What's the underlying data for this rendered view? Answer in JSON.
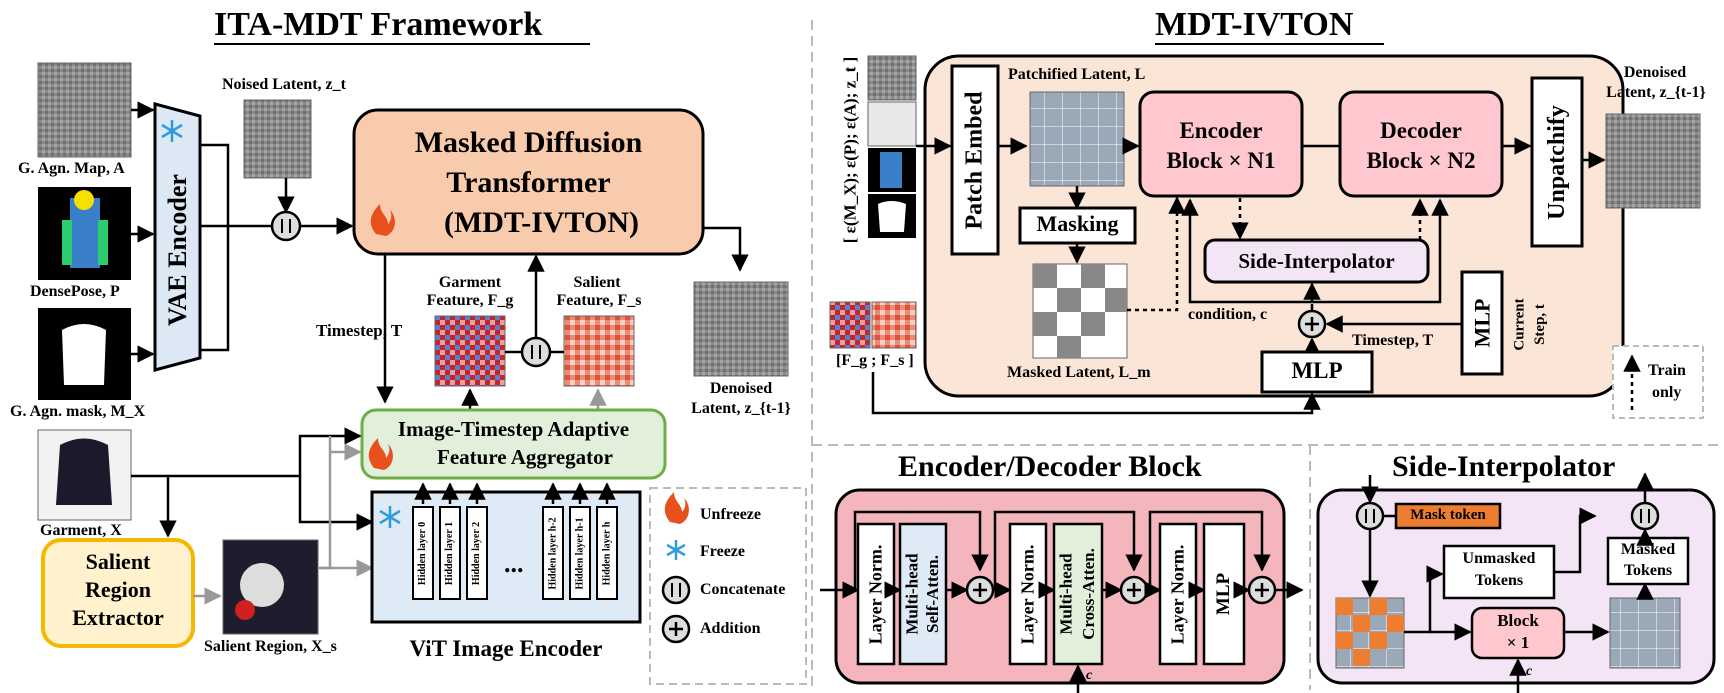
{
  "titles": {
    "left": "ITA-MDT Framework",
    "right": "MDT-IVTON",
    "enc_dec": "Encoder/Decoder Block",
    "side": "Side-Interpolator"
  },
  "left": {
    "agn_map": "G. Agn. Map, A",
    "densepose": "DensePose, P",
    "agn_mask": "G. Agn. mask, M_X",
    "vae": "VAE Encoder",
    "noised_latent": "Noised Latent, z_t",
    "mdt_line1": "Masked Diffusion",
    "mdt_line2": "Transformer",
    "mdt_line3": "(MDT-IVTON)",
    "timestep": "Timestep, T",
    "garment_feature_1": "Garment",
    "garment_feature_2": "Feature, F_g",
    "salient_feature_1": "Salient",
    "salient_feature_2": "Feature, F_s",
    "denoised_1": "Denoised",
    "denoised_2": "Latent, z_{t-1}",
    "ita_line1": "Image-Timestep Adaptive",
    "ita_line2": "Feature Aggregator",
    "garment": "Garment, X",
    "salient_line1": "Salient",
    "salient_line2": "Region",
    "salient_line3": "Extractor",
    "salient_region": "Salient Region, X_s",
    "vit": "ViT Image Encoder",
    "hidden_layers": [
      "Hidden layer 0",
      "Hidden layer 1",
      "Hidden layer 2",
      "Hidden layer h-2",
      "Hidden layer h-1",
      "Hidden layer h"
    ],
    "ellipsis": "..."
  },
  "legend": {
    "unfreeze": "Unfreeze",
    "freeze": "Freeze",
    "concatenate": "Concatenate",
    "addition": "Addition"
  },
  "right": {
    "input_stack": "[ ε(M_X); ε(P); ε(A); z_t ]",
    "patch_embed": "Patch Embed",
    "patchified": "Patchified Latent, L",
    "masking": "Masking",
    "masked_latent": "Masked Latent, L_m",
    "encoder_1": "Encoder",
    "encoder_2": "Block × N1",
    "decoder_1": "Decoder",
    "decoder_2": "Block × N2",
    "unpatchify": "Unpatchify",
    "side_interp": "Side-Interpolator",
    "condition": "condition, c",
    "timestep": "Timestep, T",
    "mlp": "MLP",
    "mlp_small": "MLP",
    "current_step_1": "Current",
    "current_step_2": "Step, t",
    "features": "[F_g ; F_s ]",
    "denoised_1": "Denoised",
    "denoised_2": "Latent, z_{t-1}",
    "train_only_1": "Train",
    "train_only_2": "only"
  },
  "enc_dec": {
    "layer_norm": "Layer Norm.",
    "self_attn_1": "Multi-head",
    "self_attn_2": "Self-Atten.",
    "cross_attn_1": "Multi-head",
    "cross_attn_2": "Cross-Atten.",
    "mlp": "MLP",
    "c": "c"
  },
  "side": {
    "mask_token": "Mask token",
    "unmasked_1": "Unmasked",
    "unmasked_2": "Tokens",
    "masked_1": "Masked",
    "masked_2": "Tokens",
    "block_1": "Block",
    "block_2": "× 1",
    "c": "c"
  },
  "colors": {
    "mdt_fill": "#f8cbad",
    "ita_fill": "#e2efda",
    "ita_border": "#70ad47",
    "salient_fill": "#fff2cc",
    "salient_border": "#f5b800",
    "vae_fill": "#dde8f5",
    "vit_fill": "#deeaf6",
    "panel_peach": "#fbe5d6",
    "block_pink": "#ffc7ce",
    "enc_panel": "#f4b6bc",
    "side_panel": "#f3e5f5",
    "mask_token": "#ed7d31"
  },
  "icons": {
    "snowflake": "snowflake-icon",
    "flame": "flame-icon",
    "concat": "concat-icon",
    "add": "add-icon"
  }
}
